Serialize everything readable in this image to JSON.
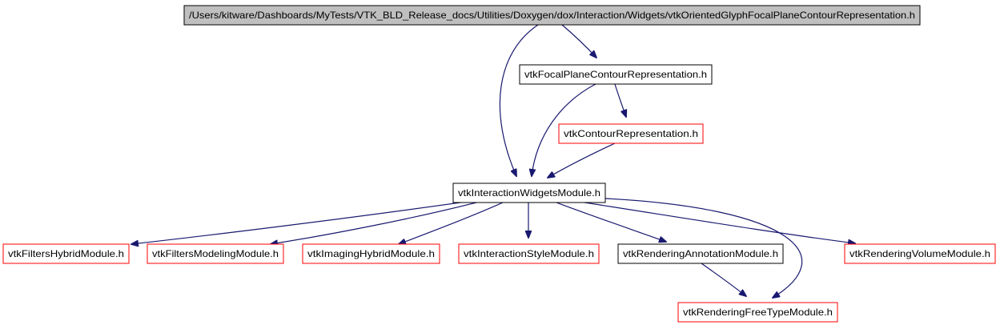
{
  "colors": {
    "edge": "#191970",
    "node_root_fill": "#bfbfbf",
    "node_border_black": "#000000",
    "node_border_red": "#ff0000",
    "node_fill": "#ffffff",
    "text": "#000000"
  },
  "nodes": {
    "root": {
      "label": "/Users/kitware/Dashboards/MyTests/VTK_BLD_Release_docs/Utilities/Doxygen/dox/Interaction/Widgets/vtkOrientedGlyphFocalPlaneContourRepresentation.h",
      "style": "root"
    },
    "focal_plane": {
      "label": "vtkFocalPlaneContourRepresentation.h",
      "style": "black"
    },
    "contour": {
      "label": "vtkContourRepresentation.h",
      "style": "red"
    },
    "interaction_widgets": {
      "label": "vtkInteractionWidgetsModule.h",
      "style": "black"
    },
    "filters_hybrid": {
      "label": "vtkFiltersHybridModule.h",
      "style": "red"
    },
    "filters_modeling": {
      "label": "vtkFiltersModelingModule.h",
      "style": "red"
    },
    "imaging_hybrid": {
      "label": "vtkImagingHybridModule.h",
      "style": "red"
    },
    "interaction_style": {
      "label": "vtkInteractionStyleModule.h",
      "style": "red"
    },
    "rendering_annotation": {
      "label": "vtkRenderingAnnotationModule.h",
      "style": "black"
    },
    "rendering_volume": {
      "label": "vtkRenderingVolumeModule.h",
      "style": "red"
    },
    "rendering_freetype": {
      "label": "vtkRenderingFreeTypeModule.h",
      "style": "red"
    }
  },
  "edges": [
    [
      "root",
      "focal_plane"
    ],
    [
      "root",
      "interaction_widgets"
    ],
    [
      "focal_plane",
      "contour"
    ],
    [
      "focal_plane",
      "interaction_widgets"
    ],
    [
      "contour",
      "interaction_widgets"
    ],
    [
      "interaction_widgets",
      "filters_hybrid"
    ],
    [
      "interaction_widgets",
      "filters_modeling"
    ],
    [
      "interaction_widgets",
      "imaging_hybrid"
    ],
    [
      "interaction_widgets",
      "interaction_style"
    ],
    [
      "interaction_widgets",
      "rendering_annotation"
    ],
    [
      "interaction_widgets",
      "rendering_volume"
    ],
    [
      "interaction_widgets",
      "rendering_freetype"
    ],
    [
      "rendering_annotation",
      "rendering_freetype"
    ]
  ]
}
